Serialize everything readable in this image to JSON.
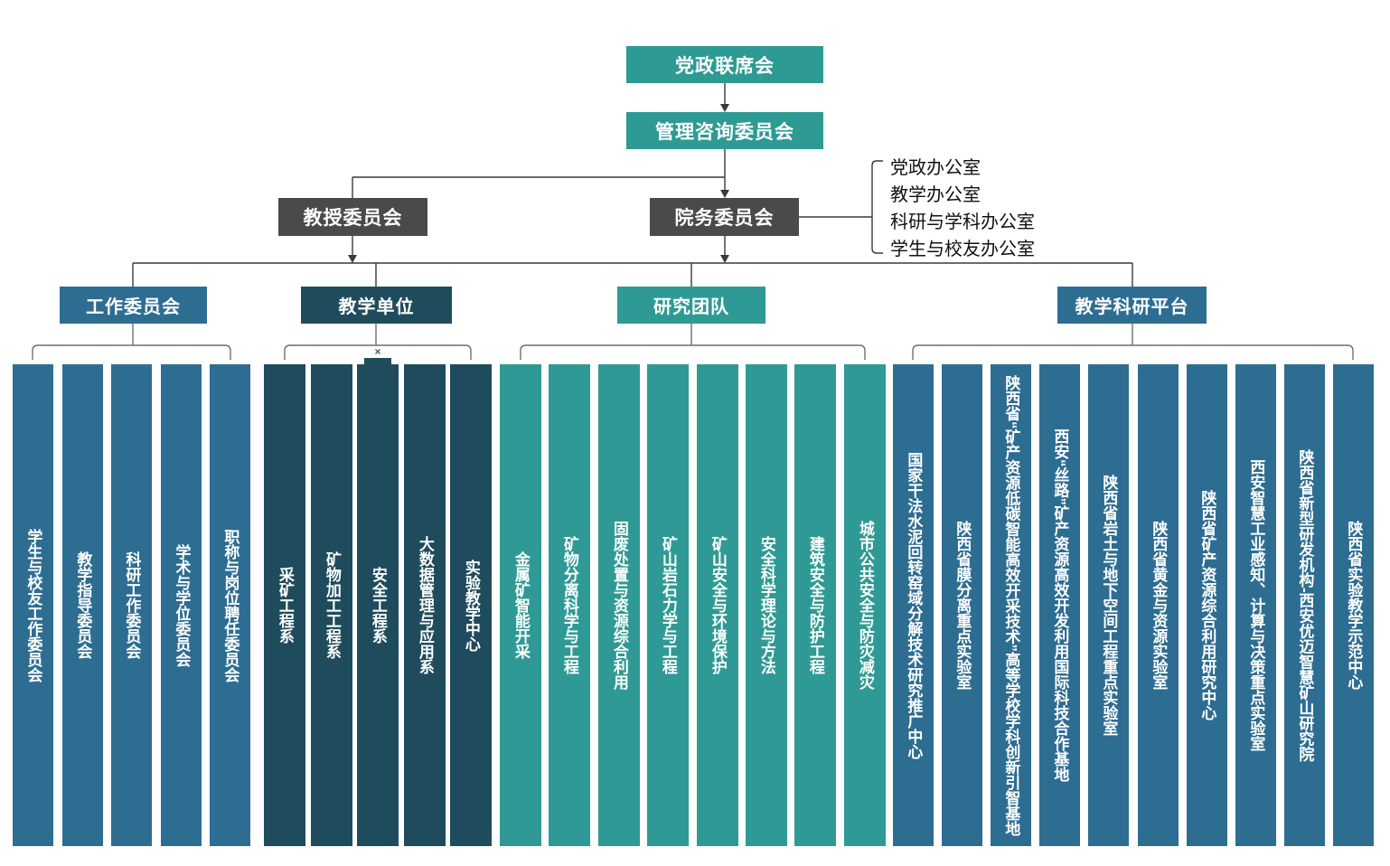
{
  "nodes": {
    "joint_meeting": "党政联席会",
    "advisory_committee": "管理咨询委员会",
    "professors_committee": "教授委员会",
    "college_council": "院务委员会"
  },
  "offices": [
    "党政办公室",
    "教学办公室",
    "科研与学科办公室",
    "学生与校友办公室"
  ],
  "groups": [
    {
      "label": "工作委员会",
      "color": "#2E6D92",
      "items": [
        "学生与校友工作委员会",
        "教学指导委员会",
        "科研工作委员会",
        "学术与学位委员会",
        "职称与岗位聘任委员会"
      ]
    },
    {
      "label": "教学单位",
      "color": "#1F4C5C",
      "items": [
        "采矿工程系",
        "矿物加工工程系",
        "安全工程系",
        "大数据管理与应用系",
        "实验教学中心"
      ]
    },
    {
      "label": "研究团队",
      "color": "#2F9A95",
      "items": [
        "金属矿智能开采",
        "矿物分离科学与工程",
        "固废处置与资源综合利用",
        "矿山岩石力学与工程",
        "矿山安全与环境保护",
        "安全科学理论与方法",
        "建筑安全与防护工程",
        "城市公共安全与防灾减灾"
      ]
    },
    {
      "label": "教学科研平台",
      "color": "#2E6D92",
      "items": [
        "国家干法水泥回转窑域分解技术研究推广中心",
        "陕西省膜分离重点实验室",
        "陕西省“矿产资源低碳智能高效开采技术”高等学校学科创新引智基地",
        "西安“丝路”矿产资源高效开发利用国际科技合作基地",
        "陕西省岩土与地下空间工程重点实验室",
        "陕西省黄金与资源实验室",
        "陕西省矿产资源综合利用研究中心",
        "西安智慧工业感知、计算与决策重点实验室",
        "陕西省新型研发机构-西安优迈智慧矿山研究院",
        "陕西省实验教学示范中心"
      ]
    }
  ],
  "colors": {
    "teal": "#2E9A94",
    "dark_gray": "#4A4A4A",
    "blue": "#2E6D92",
    "dark_teal": "#1F4C5C"
  },
  "selection_marker": "×"
}
